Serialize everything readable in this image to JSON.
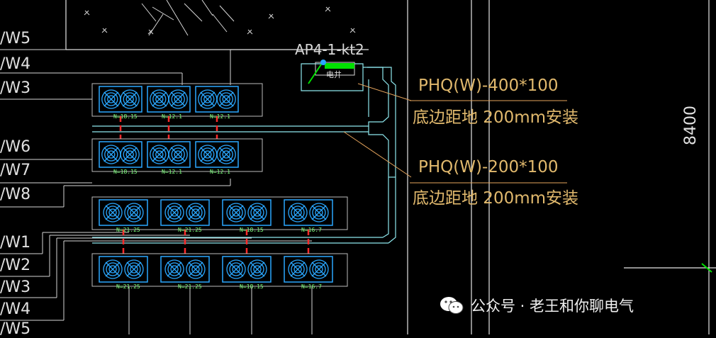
{
  "title_tag": "AP4-1-kt2",
  "sub_tag": "电井",
  "wire_labels": {
    "top": [
      "/W5",
      "/W4",
      "/W3"
    ],
    "mid": [
      "/W6",
      "/W7",
      "/W8"
    ],
    "bottom": [
      "/W1",
      "/W2",
      "/W3",
      "/W4",
      "/W5"
    ]
  },
  "annotations": [
    {
      "spec": "PHQ(W)-400*100",
      "install": "底边距地 200mm安装"
    },
    {
      "spec": "PHQ(W)-200*100",
      "install": "底边距地 200mm安装"
    }
  ],
  "dimension": "8400",
  "rows": [
    {
      "n": [
        "N=18.15",
        "N=12.1",
        "N=12.1"
      ]
    },
    {
      "n": [
        "N=18.15",
        "N=12.1",
        "N=12.1"
      ]
    },
    {
      "n": [
        "N=21.25",
        "N=21.25",
        "N=18.15",
        "N=16.7"
      ]
    },
    {
      "n": [
        "N=21.25",
        "N=21.25",
        "N=18.15",
        "N=16.7"
      ]
    }
  ],
  "watermark": "公众号 · 老王和你聊电气",
  "colors": {
    "cabinet": "#2aa7ff",
    "tray": "#8ee8ee",
    "drop": "#ff2a2a",
    "leader": "#e3a35c",
    "text": "#e1b96d",
    "nval": "#7dff7d"
  }
}
